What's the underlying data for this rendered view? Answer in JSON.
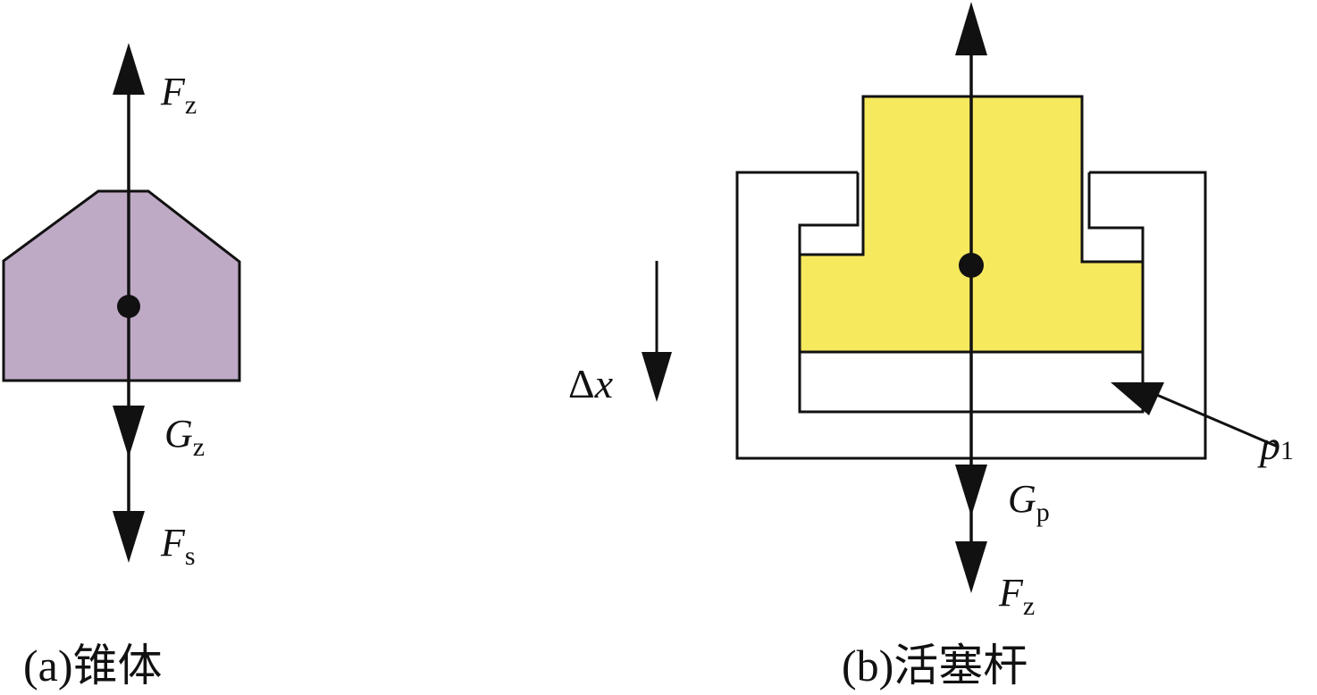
{
  "colors": {
    "cone_fill": "#BFAAC6",
    "piston_fill": "#F6E95E",
    "stroke": "#111111",
    "background": "#FFFFFF"
  },
  "panel_a": {
    "caption": "(a)锥体",
    "labels": {
      "fz": {
        "main": "F",
        "sub": "z"
      },
      "gz": {
        "main": "G",
        "sub": "z"
      },
      "fs": {
        "main": "F",
        "sub": "s"
      }
    }
  },
  "panel_b": {
    "caption": "(b)活塞杆",
    "labels": {
      "dx": {
        "prefix": "Δ",
        "var": "x"
      },
      "p1": {
        "main": "p",
        "sub": "1"
      },
      "gp": {
        "main": "G",
        "sub": "p"
      },
      "fz": {
        "main": "F",
        "sub": "z"
      }
    }
  }
}
